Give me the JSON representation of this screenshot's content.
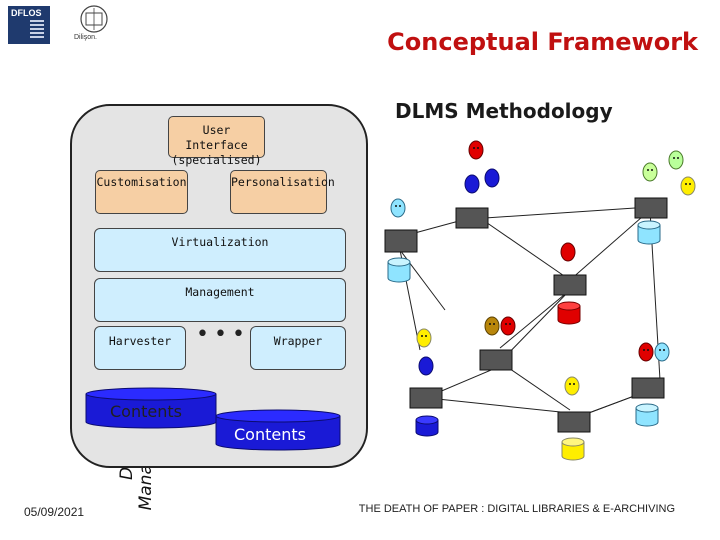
{
  "logos": {
    "left_name": "DFLOS",
    "right_name": "Dilişon."
  },
  "title": "Conceptual Framework",
  "subtitle": "DLMS Methodology",
  "vertical_label": {
    "line1": "Digital Library",
    "line2": "Management System"
  },
  "boxes": {
    "user_interface": {
      "line1": "User Interface",
      "line2": "(specialised)"
    },
    "customisation": "Customisation",
    "personalisation": "Personalisation",
    "virtualization": "Virtualization",
    "management": "Management",
    "harvester": "Harvester",
    "wrapper": "Wrapper",
    "ellipsis": "•••"
  },
  "contents": {
    "left": "Contents",
    "right": "Contents"
  },
  "colors": {
    "title": "#c01010",
    "peach": "#f6cfa4",
    "light_blue": "#cfeefe",
    "contents_blue": "#1a1ad6",
    "frame": "#e4e4e4"
  },
  "footer": {
    "date": "05/09/2021",
    "title": "THE DEATH OF PAPER : DIGITAL LIBRARIES & E-ARCHIVING"
  }
}
